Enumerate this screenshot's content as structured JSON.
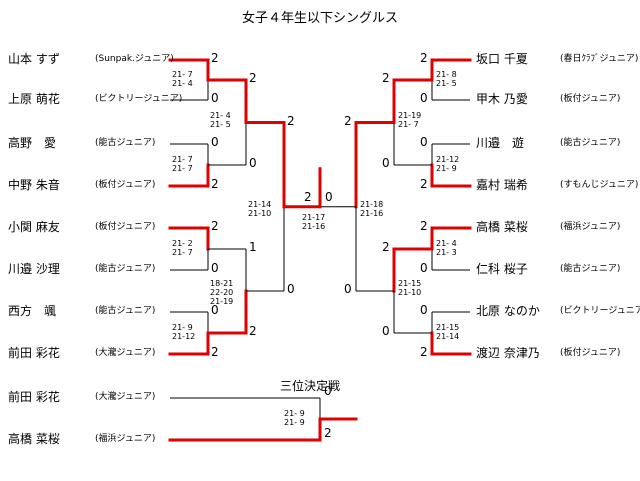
{
  "title": "女子４年生以下シングルス",
  "left": [
    {
      "name": "山本 すず",
      "club": "(Sunpak.ジュニア)"
    },
    {
      "name": "上原 萌花",
      "club": "(ビクトリージュニア)"
    },
    {
      "name": "高野　愛",
      "club": "(能古ジュニア)"
    },
    {
      "name": "中野 朱音",
      "club": "(板付ジュニア)"
    },
    {
      "name": "小関 麻友",
      "club": "(板付ジュニア)"
    },
    {
      "name": "川邉 沙理",
      "club": "(能古ジュニア)"
    },
    {
      "name": "西方　颯",
      "club": "(能古ジュニア)"
    },
    {
      "name": "前田 彩花",
      "club": "(大瀧ジュニア)"
    }
  ],
  "right": [
    {
      "name": "坂口 千夏",
      "club": "(春日ｸﾗﾌﾞジュニア)"
    },
    {
      "name": "甲木 乃愛",
      "club": "(板付ジュニア)"
    },
    {
      "name": "川邉　遊",
      "club": "(能古ジュニア)"
    },
    {
      "name": "嘉村 瑞希",
      "club": "(すもんじジュニア)"
    },
    {
      "name": "高橋 菜桜",
      "club": "(福浜ジュニア)"
    },
    {
      "name": "仁科 桜子",
      "club": "(能古ジュニア)"
    },
    {
      "name": "北原 なのか",
      "club": "(ビクトリージュニア)"
    },
    {
      "name": "渡辺 奈津乃",
      "club": "(板付ジュニア)"
    }
  ],
  "third_place": {
    "label": "三位決定戦",
    "players": [
      {
        "name": "前田 彩花",
        "club": "(大瀧ジュニア)"
      },
      {
        "name": "高橋 菜桜",
        "club": "(福浜ジュニア)"
      }
    ],
    "scores": [
      "0",
      "2"
    ],
    "games": "21- 9\n21- 9"
  },
  "scores": {
    "l1": [
      "2",
      "0",
      "0",
      "2",
      "2",
      "0",
      "0",
      "2"
    ],
    "l2": [
      "2",
      "0",
      "1",
      "2"
    ],
    "l3": [
      "2",
      "0"
    ],
    "final": [
      "2",
      "0"
    ],
    "r3": [
      "2",
      "0"
    ],
    "r2": [
      "2",
      "0",
      "2",
      "0"
    ],
    "r1": [
      "2",
      "0",
      "0",
      "2",
      "2",
      "0",
      "0",
      "2"
    ]
  },
  "games": {
    "l1": [
      "21- 7\n21- 4",
      "21- 7\n21- 7",
      "21- 2\n21- 7",
      "21- 9\n21-12"
    ],
    "l2": [
      "21- 4\n21- 5",
      "18-21\n22-20\n21-19"
    ],
    "l3": "21-14\n21-10",
    "final": "21-17\n21-16",
    "r3": "21-18\n21-16",
    "r2": [
      "21-19\n21- 7",
      "21-15\n21-10"
    ],
    "r1": [
      "21- 8\n21- 5",
      "21-12\n21- 9",
      "21- 4\n21- 3",
      "21-15\n21-14"
    ]
  }
}
